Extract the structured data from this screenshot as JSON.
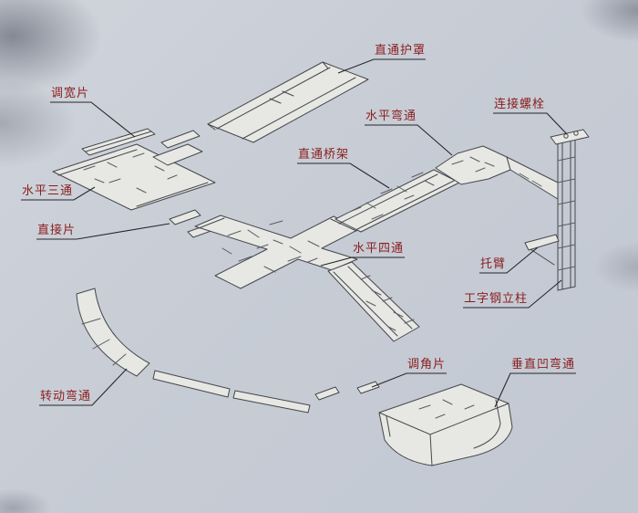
{
  "diagram": {
    "labels": {
      "cover": "直通护罩",
      "width_adjust": "调宽片",
      "horizontal_bend": "水平弯通",
      "connect_bolt": "连接螺栓",
      "straight_tray": "直通桥架",
      "horizontal_tee": "水平三通",
      "connector_plate": "直接片",
      "horizontal_cross": "水平四通",
      "bracket_arm": "托臂",
      "ibeam_column": "工字钢立柱",
      "angle_adjust": "调角片",
      "vertical_concave_bend": "垂直凹弯通",
      "rotating_bend": "转动弯通"
    },
    "palette": {
      "background": "#c8cdd5",
      "paper": "#e7e8e4",
      "line": "#45474b",
      "label_text": "#8a1d1d",
      "leader_line": "#26262a"
    }
  }
}
